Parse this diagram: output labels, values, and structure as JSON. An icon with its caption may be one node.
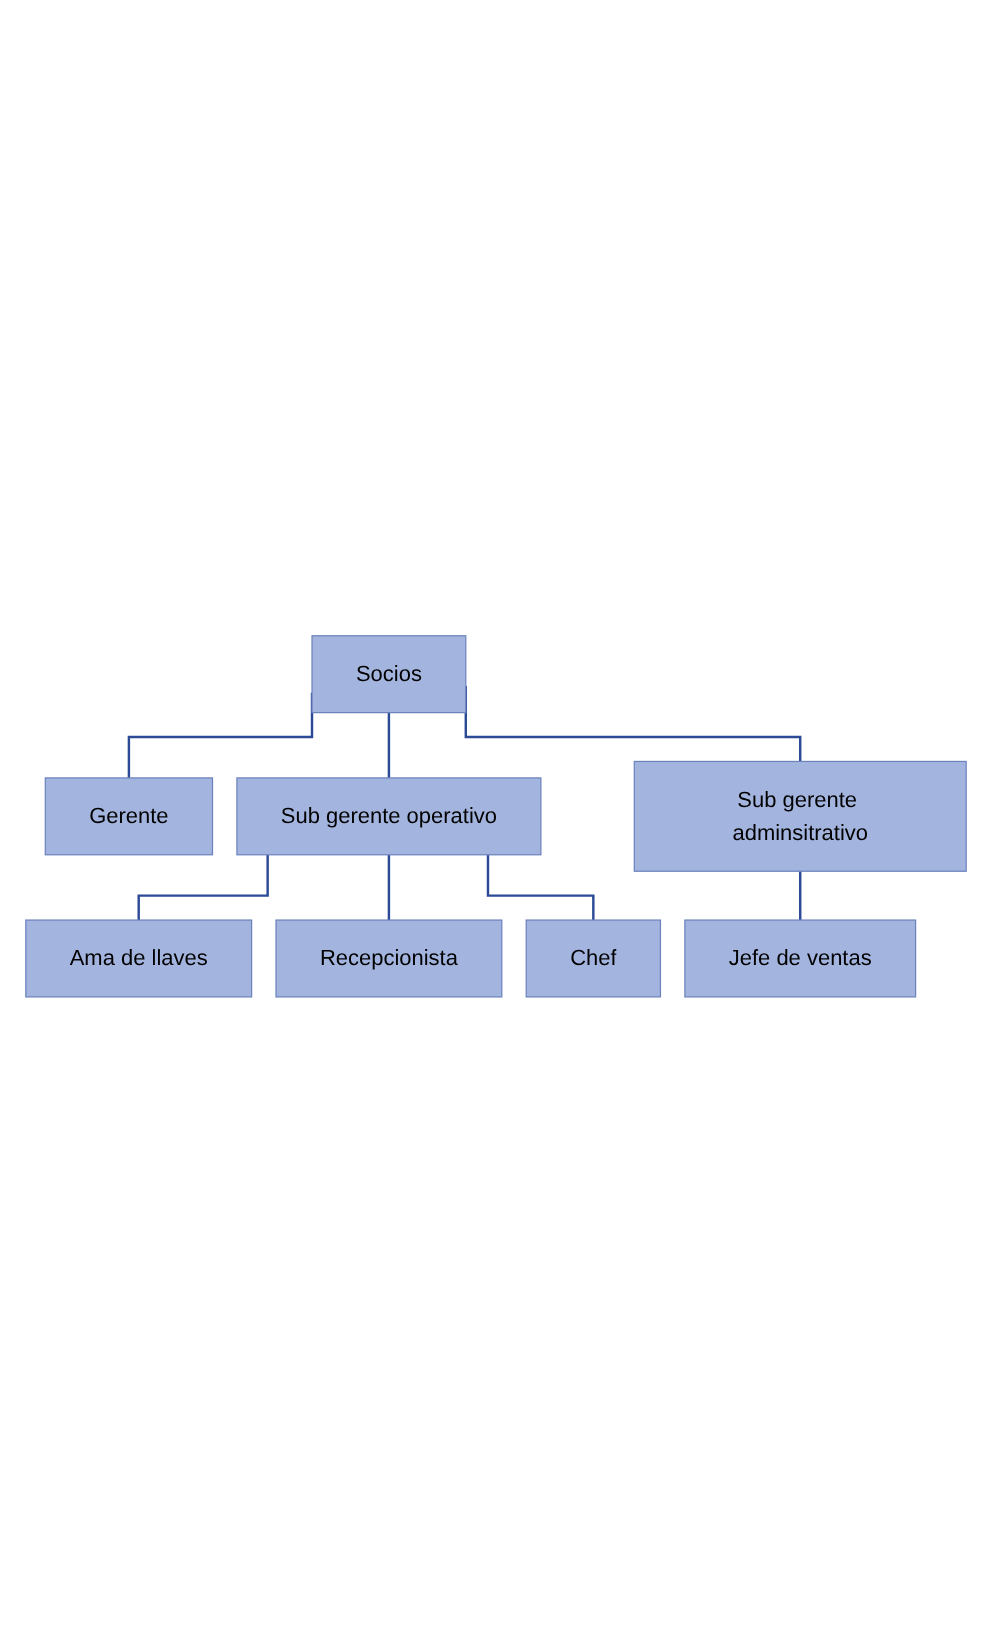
{
  "diagram": {
    "nodes": [
      {
        "text": [
          "Socios"
        ]
      },
      {
        "text": [
          "Gerente"
        ]
      },
      {
        "text": [
          "Sub gerente operativo"
        ]
      },
      {
        "text": [
          "Sub gerente adminsitrativo"
        ]
      },
      {
        "text": [
          "Ama de llaves"
        ]
      },
      {
        "text": [
          "Jefe de ventas"
        ]
      },
      {
        "text": [
          "Recepcionista"
        ]
      },
      {
        "text": [
          "Chef"
        ]
      }
    ],
    "edges": [
      {
        "from": 0,
        "to": 1,
        "arrow": "none"
      },
      {
        "from": 0,
        "to": 2,
        "arrow": "none"
      },
      {
        "from": 0,
        "to": 3,
        "arrow": "none"
      },
      {
        "from": 2,
        "to": 4,
        "arrow": "none"
      },
      {
        "from": 2,
        "to": 6,
        "arrow": "none"
      },
      {
        "from": 2,
        "to": 7,
        "arrow": "none"
      },
      {
        "from": 3,
        "to": 5,
        "arrow": "none"
      }
    ]
  }
}
